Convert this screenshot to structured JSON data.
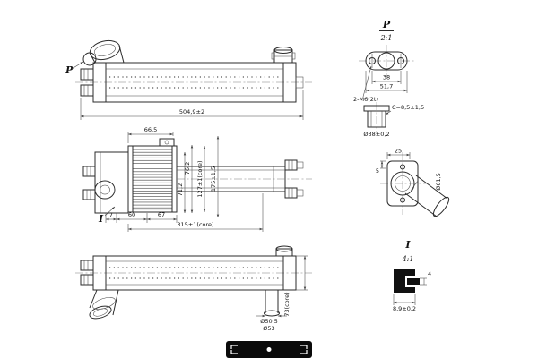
{
  "meta": {
    "background": "#ffffff",
    "line_color": "#2b2b2b",
    "watermark_color": "#0a0a0a"
  },
  "side_view": {
    "detail_marker": "P",
    "overall_length": "504,9±2"
  },
  "plan_view": {
    "detail_marker": "I",
    "bracket_width": "66,5",
    "dim_76": "76,2",
    "dim_71": "71,2",
    "core_height": "127±1(core)",
    "overall_height": "175±1,5",
    "dim_7": "7",
    "dim_60": "60",
    "dim_67": "67",
    "core_length": "315±1(core)"
  },
  "bottom_view": {
    "core_depth": "73(core)",
    "outlet_inner_dia": "Ø50,5",
    "outlet_outer_dia": "Ø53"
  },
  "detail_p": {
    "label": "P",
    "scale": "2:1",
    "bolt_spacing": "38",
    "flange_length": "51,7",
    "thread_note": "2-M6(2t)",
    "depth_note": "C=8,5±1,5",
    "pipe_dia": "Ø38±0,2"
  },
  "port_view": {
    "dim_25": "25",
    "dim_5": "5",
    "pipe_dia": "Ø61,5"
  },
  "detail_i": {
    "label": "I",
    "scale": "4:1",
    "dim_4": "4",
    "profile_width": "8,9±0,2"
  }
}
